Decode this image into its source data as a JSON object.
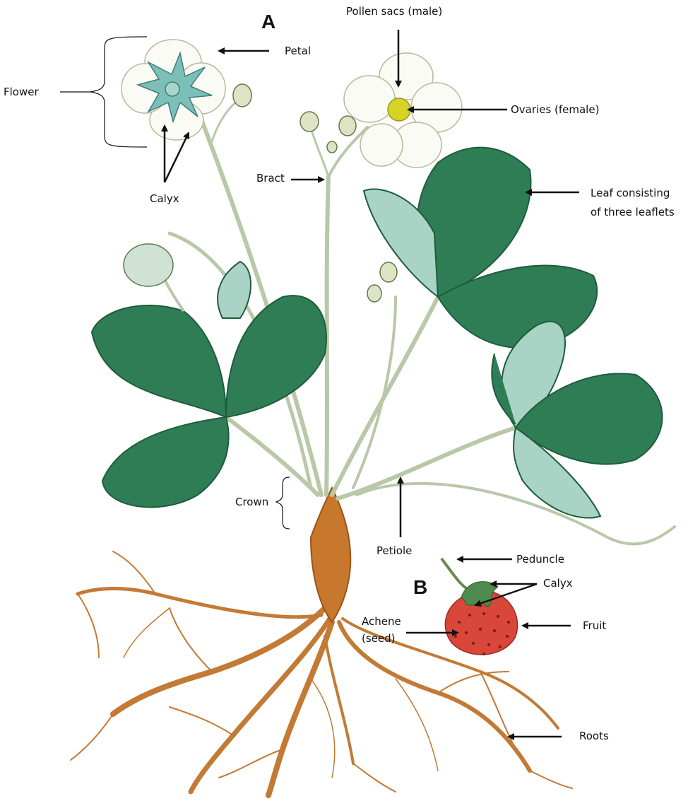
{
  "panels": {
    "a": "A",
    "b": "B"
  },
  "labels": {
    "pollen_sacs": "Pollen sacs (male)",
    "petal": "Petal",
    "flower": "Flower",
    "ovaries": "Ovaries (female)",
    "calyx_flower": "Calyx",
    "bract": "Bract",
    "leaf_line1": "Leaf consisting",
    "leaf_line2": "of three leaflets",
    "crown": "Crown",
    "petiole": "Petiole",
    "peduncle": "Peduncle",
    "calyx_fruit": "Calyx",
    "achene_line1": "Achene",
    "achene_line2": "(seed)",
    "fruit": "Fruit",
    "roots": "Roots"
  },
  "colors": {
    "leaf": "#2f7d55",
    "leaf_dark": "#1e5c3c",
    "leaf_light": "#a9d3c4",
    "stem": "#b9c8a8",
    "root": "#c27a35",
    "crown": "#c8782c",
    "berry": "#d8473a",
    "petal": "#fbfbf6",
    "flower_center": "#d6d226"
  }
}
